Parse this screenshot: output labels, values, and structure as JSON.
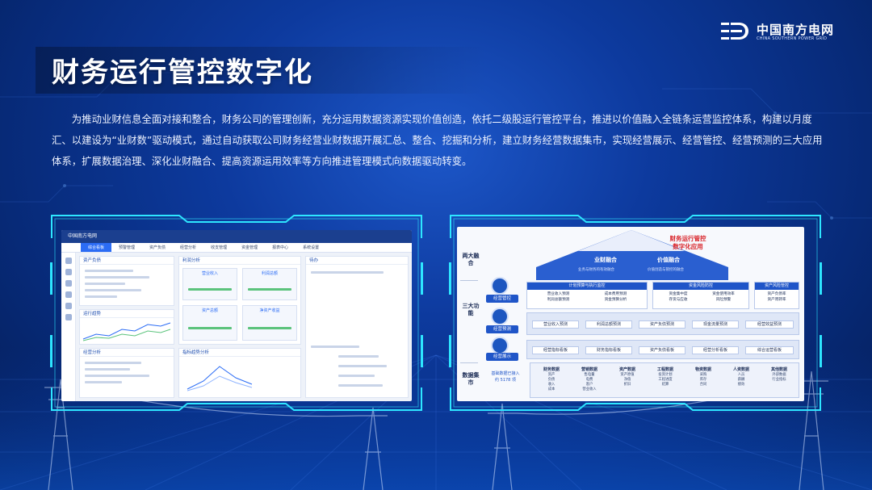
{
  "page": {
    "title": "财务运行管控数字化",
    "intro": "为推动业财信息全面对接和整合，财务公司的管理创新，充分运用数据资源实现价值创造，依托二级股运行管控平台，推进以价值融入全链条运营监控体系，构建以月度汇、以建设为“业财数”驱动模式，通过自动获取公司财务经营业财数据开展汇总、整合、挖掘和分析，建立财务经营数据集市，实现经营展示、经营管控、经营预测的三大应用体系，扩展数据治理、深化业财融合、提高资源运用效率等方向推进管理模式向数据驱动转变。"
  },
  "logo": {
    "name_cn": "中国南方电网",
    "name_en": "CHINA SOUTHERN POWER GRID"
  },
  "colors": {
    "bg_center": "#1d57c9",
    "bg_edge": "#041c52",
    "frame_cyan": "#2ee6ff",
    "roof_blue": "#1f55c8",
    "accent_red": "#d9262c"
  },
  "dashboard": {
    "nav_tabs": [
      "综合看板",
      "预警管理",
      "资产负债",
      "经营分析",
      "收支管理",
      "资金管理",
      "报表中心",
      "系统设置"
    ],
    "cards": {
      "card1": "资产负债",
      "card2": "利润分析",
      "card3": "待办",
      "card4": "运行趋势",
      "card5": "经营分析",
      "card6": "指标趋势分析"
    },
    "mini_boxes": [
      "营业收入",
      "利润总额",
      "资产总额",
      "净资产收益"
    ]
  },
  "architecture": {
    "layers": [
      "两大融合",
      "三大功能",
      "数据集市"
    ],
    "roof_title_1": "财务运行管控",
    "roof_title_2": "数字化应用",
    "fusions": [
      {
        "title": "业财融合",
        "sub": "业务与财务的有效融合"
      },
      {
        "title": "价值融合",
        "sub": "价值创造与管控的融合"
      }
    ],
    "functions": [
      "经营管控",
      "经营预测",
      "经营展示"
    ],
    "groups": [
      {
        "title": "计划预算与执行监控",
        "items": [
          "营业收入预测",
          "成本费用预测",
          "利润总额预测",
          "资金预算分析"
        ]
      },
      {
        "title": "资金风险防控",
        "items": [
          "资金集中度",
          "资金使用效率",
          "存货与应收",
          "风险预警"
        ]
      },
      {
        "title": "资产风险管控",
        "items": [
          "资产负债率",
          "资产周转率"
        ]
      }
    ],
    "forecast_cells": [
      "营业收入预测",
      "利润总额预测",
      "资产负债预测",
      "现金流量预测",
      "经营效益预测"
    ],
    "display_cells": [
      "经营指标看板",
      "财务指标看板",
      "资产负债看板",
      "经营分析看板",
      "综合运营看板"
    ],
    "datamart_caption": "基础数据已接入",
    "datamart_count": "约 5178 项",
    "datamart": [
      {
        "title": "财务数据",
        "items": [
          "资产",
          "负债",
          "收入",
          "成本"
        ]
      },
      {
        "title": "营销数据",
        "items": [
          "售电量",
          "电费",
          "客户",
          "营业收入"
        ]
      },
      {
        "title": "资产数据",
        "items": [
          "资产原值",
          "净值",
          "折旧"
        ]
      },
      {
        "title": "工程数据",
        "items": [
          "投资计划",
          "工程进度",
          "结算"
        ]
      },
      {
        "title": "物资数据",
        "items": [
          "采购",
          "库存",
          "合同"
        ]
      },
      {
        "title": "人资数据",
        "items": [
          "人员",
          "薪酬",
          "绩效"
        ]
      },
      {
        "title": "其他数据",
        "items": [
          "外部数据",
          "行业指标"
        ]
      }
    ]
  }
}
